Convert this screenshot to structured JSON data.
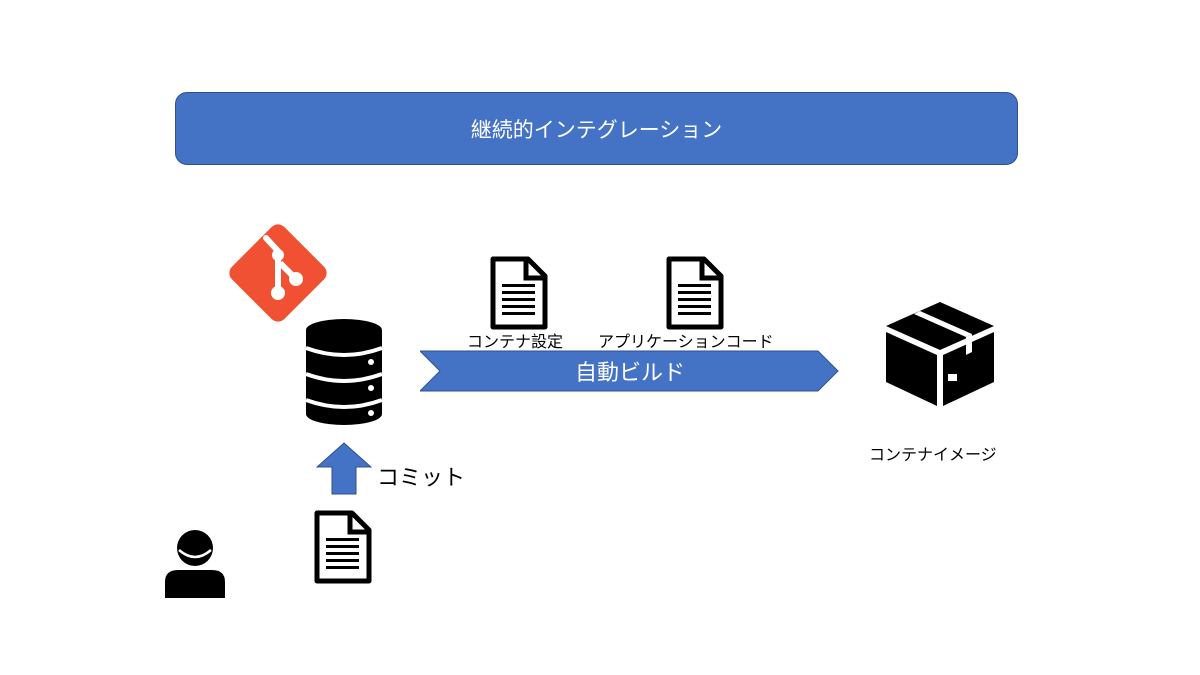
{
  "banner": {
    "title": "継続的インテグレーション"
  },
  "flow": {
    "build_label": "自動ビルド",
    "commit_label": "コミット"
  },
  "documents": {
    "container_config": "コンテナ設定",
    "app_code": "アプリケーションコード"
  },
  "output": {
    "image_label": "コンテナイメージ"
  },
  "colors": {
    "banner_fill": "#4472c4",
    "git_logo": "#f05133",
    "icon": "#000000"
  },
  "icons": [
    "git-logo-icon",
    "database-icon",
    "document-icon",
    "box-icon",
    "person-icon",
    "arrow-up-icon",
    "chevron-arrow"
  ]
}
